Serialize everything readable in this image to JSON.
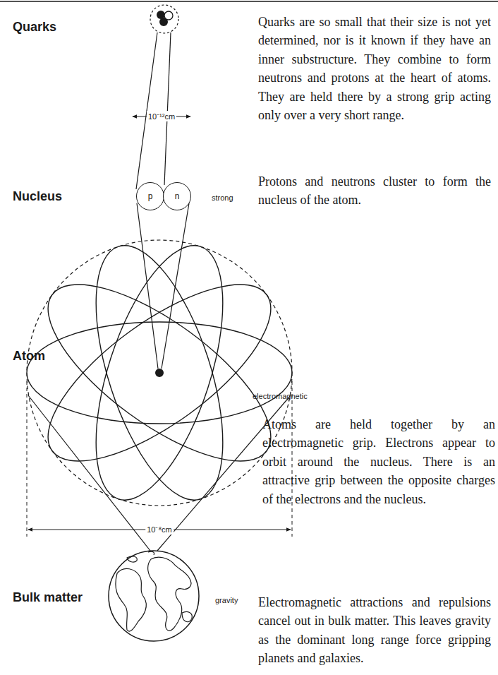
{
  "diagram": {
    "nodes": [
      {
        "text": [
          "p"
        ]
      },
      {
        "text": [
          "n"
        ]
      }
    ],
    "labels": [
      "Quarks",
      "Quarks are so small that their size is not yet determined, nor is it known if they have an inner substructure. They combine to form neutrons and protons at the heart of atoms. They are held there by a strong grip acting only over a very short range.",
      "10⁻¹²cm",
      "Nucleus",
      "strong",
      "Protons and neutrons cluster to form the nucleus of the atom.",
      "Atom",
      "electromagnetic",
      "Atoms are held together by an electromagnetic grip. Electrons appear to orbit around the nucleus. There is an attractive grip between the opposite charges of the electrons and the nucleus.",
      "10⁻⁸cm",
      "Bulk matter",
      "gravity",
      "Electromagnetic attractions and repulsions cancel out in bulk matter. This leaves gravity as the dominant long range force gripping planets and galaxies."
    ]
  }
}
